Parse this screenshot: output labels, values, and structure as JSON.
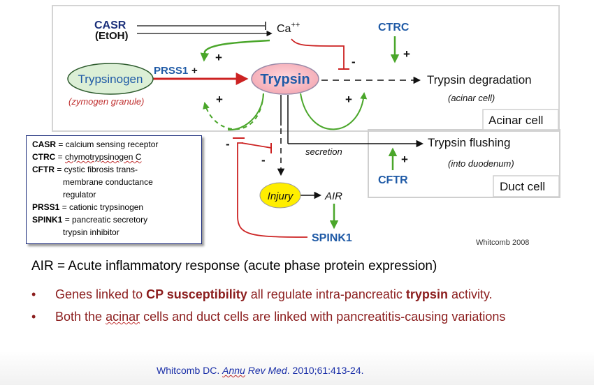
{
  "diagram": {
    "casr": "CASR",
    "etoh": "(EtOH)",
    "ca_base": "Ca",
    "ca_sup": "++",
    "ctrc": "CTRC",
    "plus_ctrc": "+",
    "trypsinogen": "Trypsinogen",
    "zymogen": "(zymogen granule)",
    "prss1": "PRSS1",
    "plus_prss1": "+",
    "trypsin": "Trypsin",
    "trypsin_degradation": "Trypsin degradation",
    "acinar_cell_note": "(acinar cell)",
    "acinar_cell_box": "Acinar cell",
    "minus_top": "-",
    "plus_green_top": "+",
    "plus_left": "+",
    "plus_right": "+",
    "minus_left": "-",
    "minus_mid": "-",
    "secretion": "secretion",
    "trypsin_flushing": "Trypsin flushing",
    "into_duodenum": "(into duodenum)",
    "plus_cftr": "+",
    "cftr": "CFTR",
    "duct_cell_box": "Duct cell",
    "injury": "Injury",
    "air": "AIR",
    "spink1": "SPINK1",
    "credit": "Whitcomb 2008"
  },
  "legend": {
    "casr_abbr": "CASR",
    "casr_def": " = calcium sensing receptor",
    "ctrc_abbr": "CTRC",
    "ctrc_eq": " = ",
    "ctrc_def": "chymotrypsinogen C",
    "cftr_abbr": "CFTR",
    "cftr_def1": " = cystic fibrosis trans-",
    "cftr_def2": "membrane conductance",
    "cftr_def3": "regulator",
    "prss1_abbr": "PRSS1",
    "prss1_def": " = cationic trypsinogen",
    "spink1_abbr": "SPINK1",
    "spink1_def1": " = pancreatic secretory",
    "spink1_def2": "trypsin inhibitor"
  },
  "air_line": "AIR = Acute inflammatory response (acute phase protein expression)",
  "bullets": {
    "dot": "•",
    "b1_pre": "Genes linked to ",
    "b1_bold1": "CP susceptibility",
    "b1_mid": " all regulate intra-pancreatic ",
    "b1_bold2": "trypsin",
    "b1_post": " activity.",
    "b2_pre": "Both the ",
    "b2_squig": "acinar",
    "b2_post": " cells and duct cells are linked with pancreatitis-causing variations"
  },
  "citation": {
    "pre": "Whitcomb DC. ",
    "journal1": "Annu",
    "journal2": " Rev Med",
    "post": ". 2010;61:413-24."
  },
  "colors": {
    "navy": "#1a2f7a",
    "blue_label": "#1f5aa6",
    "red": "#cc2222",
    "green": "#4aa62a",
    "dark_red_text": "#8b1d1d",
    "trypsinogen_fill": "#dcefd6",
    "injury_fill": "#ffee00",
    "box_border": "#cfcfcf"
  }
}
